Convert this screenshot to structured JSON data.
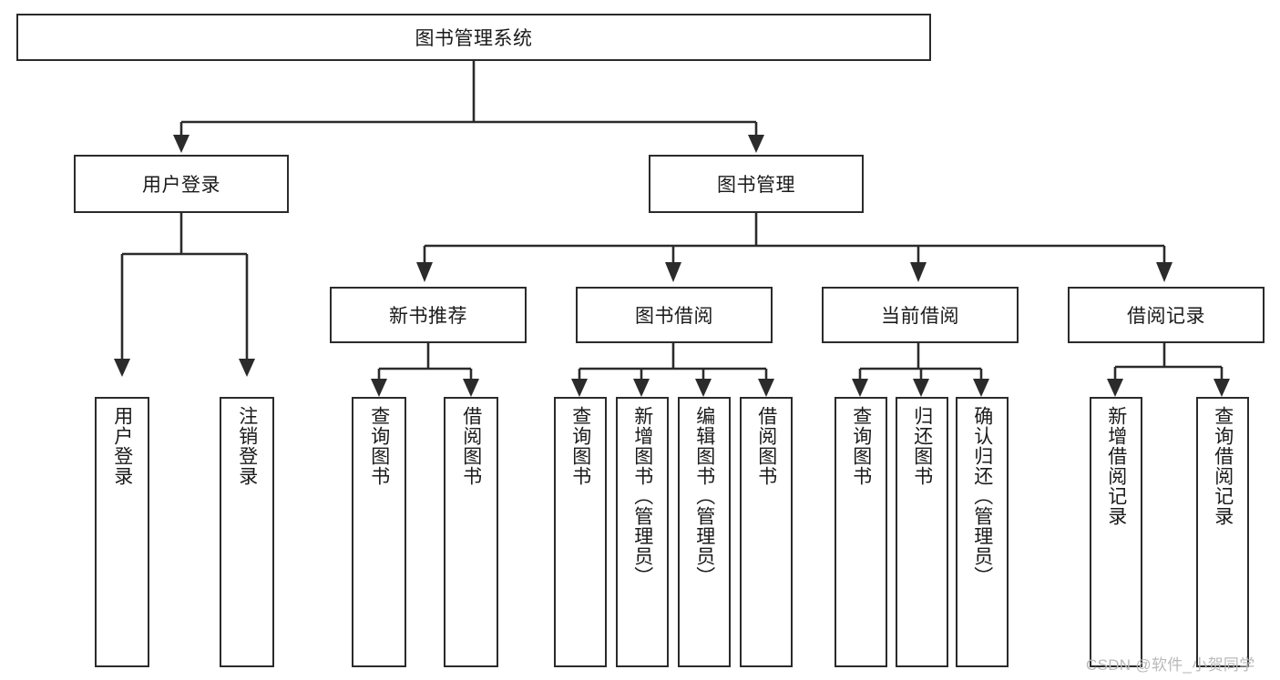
{
  "diagram": {
    "title": "图书管理系统",
    "type": "tree-hierarchy",
    "orientation": "top-down",
    "colors": {
      "box_border": "#2b2b2b",
      "box_fill": "#ffffff",
      "connector": "#2b2b2b",
      "text": "#1a1a1a",
      "watermark": "#b9b9b9",
      "background": "#ffffff"
    },
    "root": {
      "label": "图书管理系统"
    },
    "level2": [
      {
        "label": "用户登录"
      },
      {
        "label": "图书管理"
      }
    ],
    "level3": [
      {
        "label": "新书推荐"
      },
      {
        "label": "图书借阅"
      },
      {
        "label": "当前借阅"
      },
      {
        "label": "借阅记录"
      }
    ],
    "leaves_user_login": [
      {
        "label": "用户登录"
      },
      {
        "label": "注销登录"
      }
    ],
    "leaves_new_books": [
      {
        "label": "查询图书"
      },
      {
        "label": "借阅图书"
      }
    ],
    "leaves_borrow": [
      {
        "label": "查询图书"
      },
      {
        "label": "新增图书（管理员）"
      },
      {
        "label": "编辑图书（管理员）"
      },
      {
        "label": "借阅图书"
      }
    ],
    "leaves_current": [
      {
        "label": "查询图书"
      },
      {
        "label": "归还图书"
      },
      {
        "label": "确认归还（管理员）"
      }
    ],
    "leaves_records": [
      {
        "label": "新增借阅记录"
      },
      {
        "label": "查询借阅记录"
      }
    ]
  },
  "watermark": {
    "text": "CSDN @软件_小贺同学"
  }
}
